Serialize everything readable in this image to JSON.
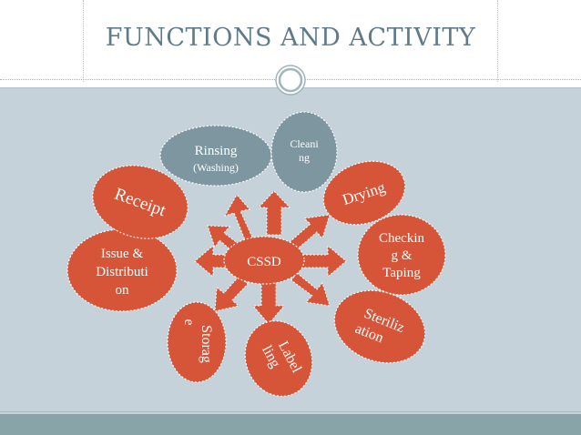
{
  "title": "FUNCTIONS AND ACTIVITY",
  "hub": {
    "label": "CSSD"
  },
  "nodes": [
    {
      "name": "rinsing-node",
      "lines": [
        "Rinsing",
        "(Washing)"
      ]
    },
    {
      "name": "cleaning-node",
      "lines": [
        "Cleani",
        "ng"
      ]
    },
    {
      "name": "drying-node",
      "lines": [
        "Drying"
      ]
    },
    {
      "name": "checking-taping-node",
      "lines": [
        "Checkin",
        "g &",
        "Taping"
      ]
    },
    {
      "name": "sterilization-node",
      "lines": [
        "Steriliz",
        "ation"
      ]
    },
    {
      "name": "labelling-node",
      "lines": [
        "Label",
        "ling"
      ]
    },
    {
      "name": "storage-node",
      "lines": [
        "Storag",
        "e"
      ]
    },
    {
      "name": "issue-distribution-node",
      "lines": [
        "Issue &",
        "Distributi",
        "on"
      ]
    },
    {
      "name": "receipt-node",
      "lines": [
        "Receipt"
      ]
    }
  ],
  "colors": {
    "accent": "#d65437",
    "neutral": "#7d96a0",
    "hub": "#d65437",
    "panel": "#c6d2d9",
    "title": "#5f7b8a",
    "footer": "#89a4a9"
  }
}
